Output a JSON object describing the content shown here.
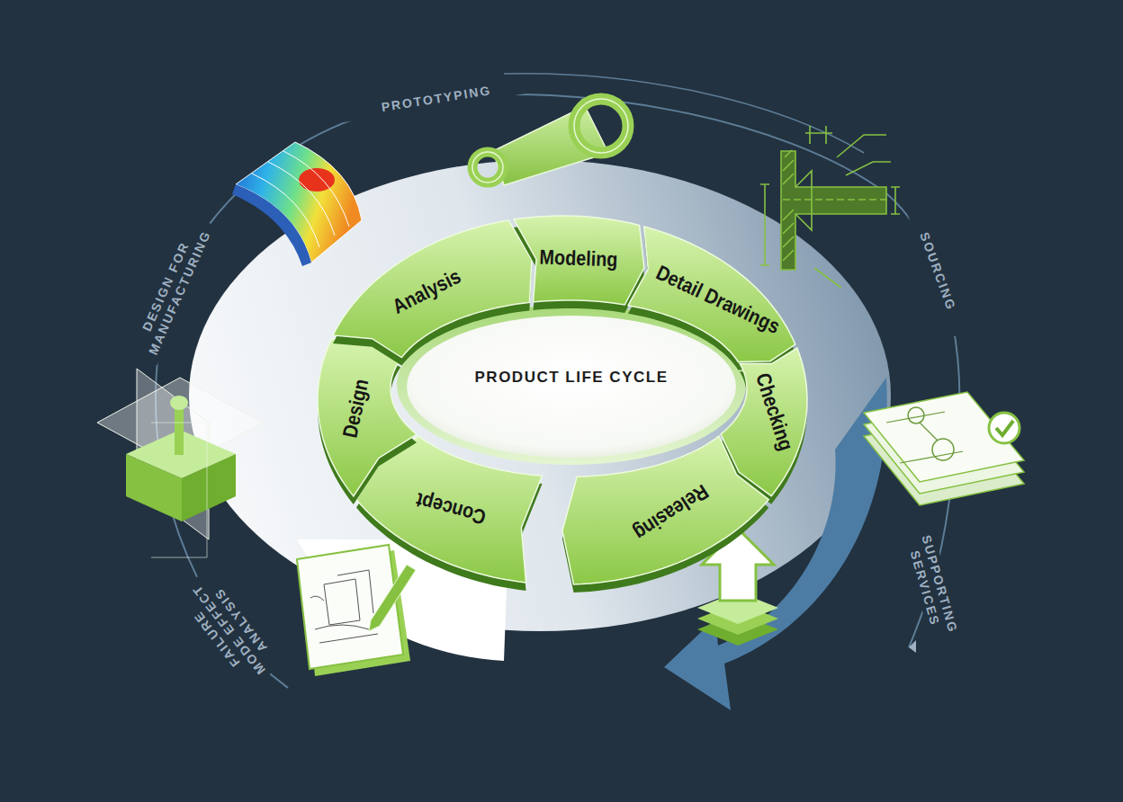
{
  "diagram": {
    "nodes": [
      {
        "text": [
          "PRODUCT LIFE CYCLE"
        ]
      },
      {
        "text": [
          "Concept"
        ]
      },
      {
        "text": [
          "Design"
        ]
      },
      {
        "text": [
          "Analysis"
        ]
      },
      {
        "text": [
          "Modeling"
        ]
      },
      {
        "text": [
          "Detail Drawings"
        ]
      },
      {
        "text": [
          "Checking"
        ]
      },
      {
        "text": [
          "Releasing"
        ]
      }
    ],
    "labels": [
      "PROTOTYPING",
      "SOURCING",
      "SUPPORTING SERVICES",
      "DESIGN FOR MANUFACTURING",
      "FAILURE MODE EFFECT ANALYSIS"
    ]
  }
}
